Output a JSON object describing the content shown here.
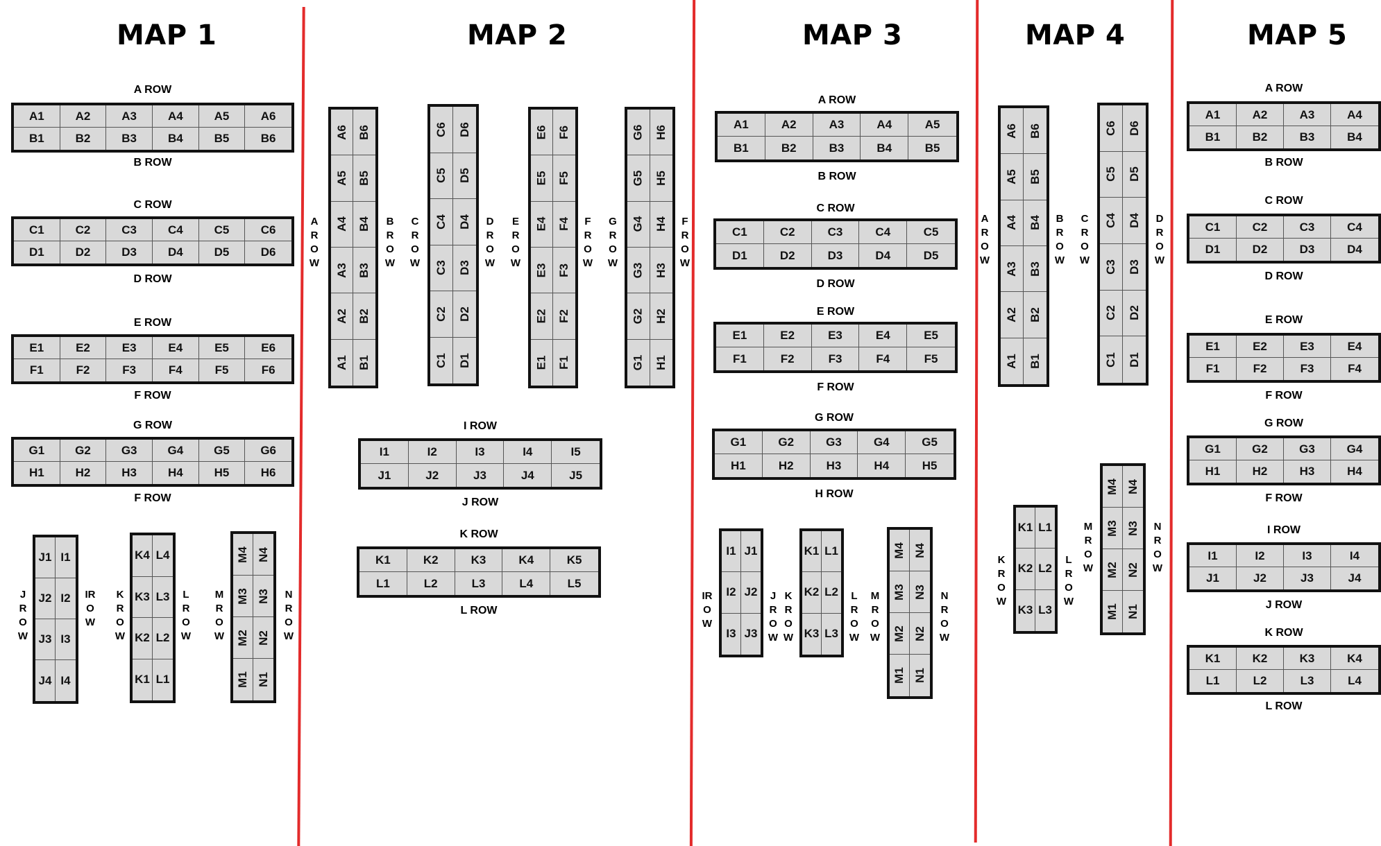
{
  "maps": [
    {
      "title": "MAP 1"
    },
    {
      "title": "MAP 2"
    },
    {
      "title": "MAP 3"
    },
    {
      "title": "MAP 4"
    },
    {
      "title": "MAP 5"
    }
  ],
  "blocks": [
    {
      "map": 1,
      "orientation": "horizontal",
      "seats": [
        [
          "A1",
          "A2",
          "A3",
          "A4",
          "A5",
          "A6"
        ],
        [
          "B1",
          "B2",
          "B3",
          "B4",
          "B5",
          "B6"
        ]
      ],
      "label_top": "A ROW",
      "label_bottom": "B ROW"
    },
    {
      "map": 1,
      "orientation": "horizontal",
      "seats": [
        [
          "C1",
          "C2",
          "C3",
          "C4",
          "C5",
          "C6"
        ],
        [
          "D1",
          "D2",
          "D3",
          "D4",
          "D5",
          "D6"
        ]
      ],
      "label_top": "C ROW",
      "label_bottom": "D ROW"
    },
    {
      "map": 1,
      "orientation": "horizontal",
      "seats": [
        [
          "E1",
          "E2",
          "E3",
          "E4",
          "E5",
          "E6"
        ],
        [
          "F1",
          "F2",
          "F3",
          "F4",
          "F5",
          "F6"
        ]
      ],
      "label_top": "E ROW",
      "label_bottom": "F ROW"
    },
    {
      "map": 1,
      "orientation": "horizontal",
      "seats": [
        [
          "G1",
          "G2",
          "G3",
          "G4",
          "G5",
          "G6"
        ],
        [
          "H1",
          "H2",
          "H3",
          "H4",
          "H5",
          "H6"
        ]
      ],
      "label_top": "G ROW",
      "label_bottom": "F ROW"
    },
    {
      "map": 1,
      "orientation": "vertical",
      "seats": [
        [
          "J1",
          "I1"
        ],
        [
          "J2",
          "I2"
        ],
        [
          "J3",
          "I3"
        ],
        [
          "J4",
          "I4"
        ]
      ],
      "label_left": "JROW",
      "label_right": "IROW"
    },
    {
      "map": 1,
      "orientation": "vertical",
      "seats": [
        [
          "K4",
          "L4"
        ],
        [
          "K3",
          "L3"
        ],
        [
          "K2",
          "L2"
        ],
        [
          "K1",
          "L1"
        ]
      ],
      "label_left": "KROW",
      "label_right": "LROW"
    },
    {
      "map": 1,
      "orientation": "vertical",
      "rotated": true,
      "seats": [
        [
          "M4",
          "N4"
        ],
        [
          "M3",
          "N3"
        ],
        [
          "M2",
          "N2"
        ],
        [
          "M1",
          "N1"
        ]
      ],
      "label_left": "MROW",
      "label_right": "NROW"
    },
    {
      "map": 2,
      "orientation": "vertical",
      "rotated": true,
      "seats": [
        [
          "A6",
          "B6"
        ],
        [
          "A5",
          "B5"
        ],
        [
          "A4",
          "B4"
        ],
        [
          "A3",
          "B3"
        ],
        [
          "A2",
          "B2"
        ],
        [
          "A1",
          "B1"
        ]
      ],
      "label_left": "AROW",
      "label_right": "BROW"
    },
    {
      "map": 2,
      "orientation": "vertical",
      "rotated": true,
      "seats": [
        [
          "C6",
          "D6"
        ],
        [
          "C5",
          "D5"
        ],
        [
          "C4",
          "D4"
        ],
        [
          "C3",
          "D3"
        ],
        [
          "C2",
          "D2"
        ],
        [
          "C1",
          "D1"
        ]
      ],
      "label_left": "CROW",
      "label_right": "DROW"
    },
    {
      "map": 2,
      "orientation": "vertical",
      "rotated": true,
      "seats": [
        [
          "E6",
          "F6"
        ],
        [
          "E5",
          "F5"
        ],
        [
          "E4",
          "F4"
        ],
        [
          "E3",
          "F3"
        ],
        [
          "E2",
          "F2"
        ],
        [
          "E1",
          "F1"
        ]
      ],
      "label_left": "EROW",
      "label_right": "FROW"
    },
    {
      "map": 2,
      "orientation": "vertical",
      "rotated": true,
      "seats": [
        [
          "G6",
          "H6"
        ],
        [
          "G5",
          "H5"
        ],
        [
          "G4",
          "H4"
        ],
        [
          "G3",
          "H3"
        ],
        [
          "G2",
          "H2"
        ],
        [
          "G1",
          "H1"
        ]
      ],
      "label_left": "GROW",
      "label_right": "FROW"
    },
    {
      "map": 2,
      "orientation": "horizontal",
      "seats": [
        [
          "I1",
          "I2",
          "I3",
          "I4",
          "I5"
        ],
        [
          "J1",
          "J2",
          "J3",
          "J4",
          "J5"
        ]
      ],
      "label_top": "I ROW",
      "label_bottom": "J ROW"
    },
    {
      "map": 2,
      "orientation": "horizontal",
      "seats": [
        [
          "K1",
          "K2",
          "K3",
          "K4",
          "K5"
        ],
        [
          "L1",
          "L2",
          "L3",
          "L4",
          "L5"
        ]
      ],
      "label_top": "K ROW",
      "label_bottom": "L ROW"
    },
    {
      "map": 3,
      "orientation": "horizontal",
      "seats": [
        [
          "A1",
          "A2",
          "A3",
          "A4",
          "A5"
        ],
        [
          "B1",
          "B2",
          "B3",
          "B4",
          "B5"
        ]
      ],
      "label_top": "A ROW",
      "label_bottom": "B ROW"
    },
    {
      "map": 3,
      "orientation": "horizontal",
      "seats": [
        [
          "C1",
          "C2",
          "C3",
          "C4",
          "C5"
        ],
        [
          "D1",
          "D2",
          "D3",
          "D4",
          "D5"
        ]
      ],
      "label_top": "C ROW",
      "label_bottom": "D ROW"
    },
    {
      "map": 3,
      "orientation": "horizontal",
      "seats": [
        [
          "E1",
          "E2",
          "E3",
          "E4",
          "E5"
        ],
        [
          "F1",
          "F2",
          "F3",
          "F4",
          "F5"
        ]
      ],
      "label_top": "E ROW",
      "label_bottom": "F ROW"
    },
    {
      "map": 3,
      "orientation": "horizontal",
      "seats": [
        [
          "G1",
          "G2",
          "G3",
          "G4",
          "G5"
        ],
        [
          "H1",
          "H2",
          "H3",
          "H4",
          "H5"
        ]
      ],
      "label_top": "G ROW",
      "label_bottom": "H ROW"
    },
    {
      "map": 3,
      "orientation": "vertical",
      "seats": [
        [
          "I1",
          "J1"
        ],
        [
          "I2",
          "J2"
        ],
        [
          "I3",
          "J3"
        ]
      ],
      "label_left": "IROW",
      "label_right": "JROW"
    },
    {
      "map": 3,
      "orientation": "vertical",
      "seats": [
        [
          "K1",
          "L1"
        ],
        [
          "K2",
          "L2"
        ],
        [
          "K3",
          "L3"
        ]
      ],
      "label_left": "KROW",
      "label_right": "LROW"
    },
    {
      "map": 3,
      "orientation": "vertical",
      "rotated": true,
      "seats": [
        [
          "M4",
          "N4"
        ],
        [
          "M3",
          "N3"
        ],
        [
          "M2",
          "N2"
        ],
        [
          "M1",
          "N1"
        ]
      ],
      "label_left": "MROW",
      "label_right": "NROW"
    },
    {
      "map": 4,
      "orientation": "vertical",
      "rotated": true,
      "seats": [
        [
          "A6",
          "B6"
        ],
        [
          "A5",
          "B5"
        ],
        [
          "A4",
          "B4"
        ],
        [
          "A3",
          "B3"
        ],
        [
          "A2",
          "B2"
        ],
        [
          "A1",
          "B1"
        ]
      ],
      "label_left": "AROW",
      "label_right": "BROW"
    },
    {
      "map": 4,
      "orientation": "vertical",
      "rotated": true,
      "seats": [
        [
          "C6",
          "D6"
        ],
        [
          "C5",
          "D5"
        ],
        [
          "C4",
          "D4"
        ],
        [
          "C3",
          "D3"
        ],
        [
          "C2",
          "D2"
        ],
        [
          "C1",
          "D1"
        ]
      ],
      "label_left": "CROW",
      "label_right": "DROW"
    },
    {
      "map": 4,
      "orientation": "vertical",
      "seats": [
        [
          "K1",
          "L1"
        ],
        [
          "K2",
          "L2"
        ],
        [
          "K3",
          "L3"
        ]
      ],
      "label_left": "KROW",
      "label_right": "LROW"
    },
    {
      "map": 4,
      "orientation": "vertical",
      "rotated": true,
      "seats": [
        [
          "M4",
          "N4"
        ],
        [
          "M3",
          "N3"
        ],
        [
          "M2",
          "N2"
        ],
        [
          "M1",
          "N1"
        ]
      ],
      "label_left": "MROW",
      "label_right": "NROW"
    },
    {
      "map": 5,
      "orientation": "horizontal",
      "seats": [
        [
          "A1",
          "A2",
          "A3",
          "A4"
        ],
        [
          "B1",
          "B2",
          "B3",
          "B4"
        ]
      ],
      "label_top": "A ROW",
      "label_bottom": "B ROW"
    },
    {
      "map": 5,
      "orientation": "horizontal",
      "seats": [
        [
          "C1",
          "C2",
          "C3",
          "C4"
        ],
        [
          "D1",
          "D2",
          "D3",
          "D4"
        ]
      ],
      "label_top": "C ROW",
      "label_bottom": "D ROW"
    },
    {
      "map": 5,
      "orientation": "horizontal",
      "seats": [
        [
          "E1",
          "E2",
          "E3",
          "E4"
        ],
        [
          "F1",
          "F2",
          "F3",
          "F4"
        ]
      ],
      "label_top": "E ROW",
      "label_bottom": "F ROW"
    },
    {
      "map": 5,
      "orientation": "horizontal",
      "seats": [
        [
          "G1",
          "G2",
          "G3",
          "G4"
        ],
        [
          "H1",
          "H2",
          "H3",
          "H4"
        ]
      ],
      "label_top": "G ROW",
      "label_bottom": "F ROW"
    },
    {
      "map": 5,
      "orientation": "horizontal",
      "seats": [
        [
          "I1",
          "I2",
          "I3",
          "I4"
        ],
        [
          "J1",
          "J2",
          "J3",
          "J4"
        ]
      ],
      "label_top": "I ROW",
      "label_bottom": "J ROW"
    },
    {
      "map": 5,
      "orientation": "horizontal",
      "seats": [
        [
          "K1",
          "K2",
          "K3",
          "K4"
        ],
        [
          "L1",
          "L2",
          "L3",
          "L4"
        ]
      ],
      "label_top": "K ROW",
      "label_bottom": "L ROW"
    }
  ],
  "colors": {
    "divider": "#e32b2b",
    "seat_fill": "#d9d9d9",
    "border": "#111111"
  }
}
